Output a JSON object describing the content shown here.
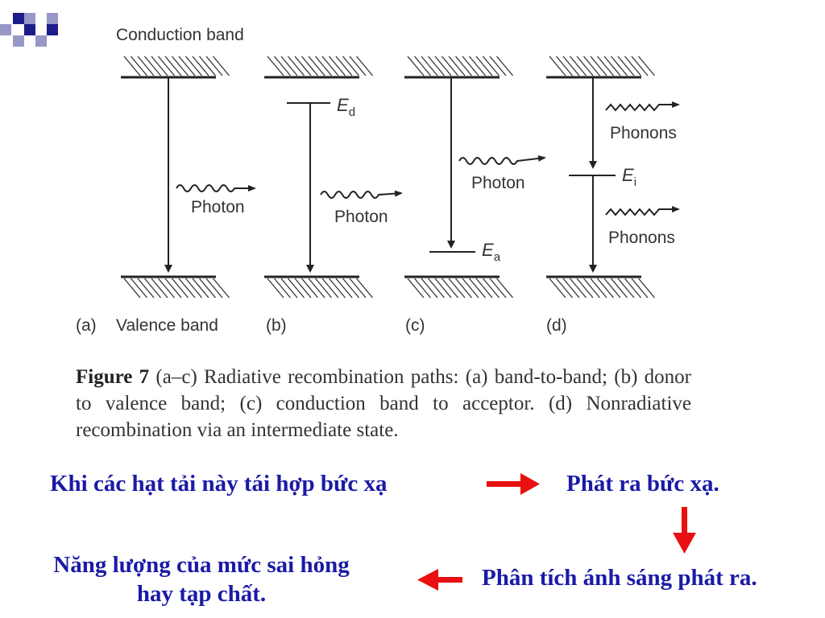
{
  "diagram": {
    "conduction_band_label": "Conduction band",
    "valence_band_label": "Valence band",
    "panels": [
      {
        "id": "a",
        "label": "(a)",
        "photon_label": "Photon"
      },
      {
        "id": "b",
        "label": "(b)",
        "photon_label": "Photon",
        "level_letter": "E",
        "level_sub": "d"
      },
      {
        "id": "c",
        "label": "(c)",
        "photon_label": "Photon",
        "level_letter": "E",
        "level_sub": "a"
      },
      {
        "id": "d",
        "label": "(d)",
        "phonon_label_top": "Phonons",
        "phonon_label_bottom": "Phonons",
        "level_letter": "E",
        "level_sub": "i"
      }
    ]
  },
  "caption": {
    "figure_label": "Figure 7",
    "text": "(a–c) Radiative recombination paths: (a) band-to-band; (b) donor to valence band; (c) conduction band to acceptor. (d) Nonradiative recombination via an intermediate state."
  },
  "flow": {
    "step1": "Khi các hạt tải này tái hợp bức xạ",
    "step2": "Phát ra bức xạ.",
    "step3": "Phân tích ánh sáng phát ra.",
    "step4_line1": "Năng lượng của mức sai hỏng",
    "step4_line2": "hay tạp chất.",
    "arrow_color": "#e81010",
    "text_color": "#1a1aa6"
  },
  "logo": {
    "colors": [
      "#1c1c8c",
      "#9898c8"
    ]
  }
}
